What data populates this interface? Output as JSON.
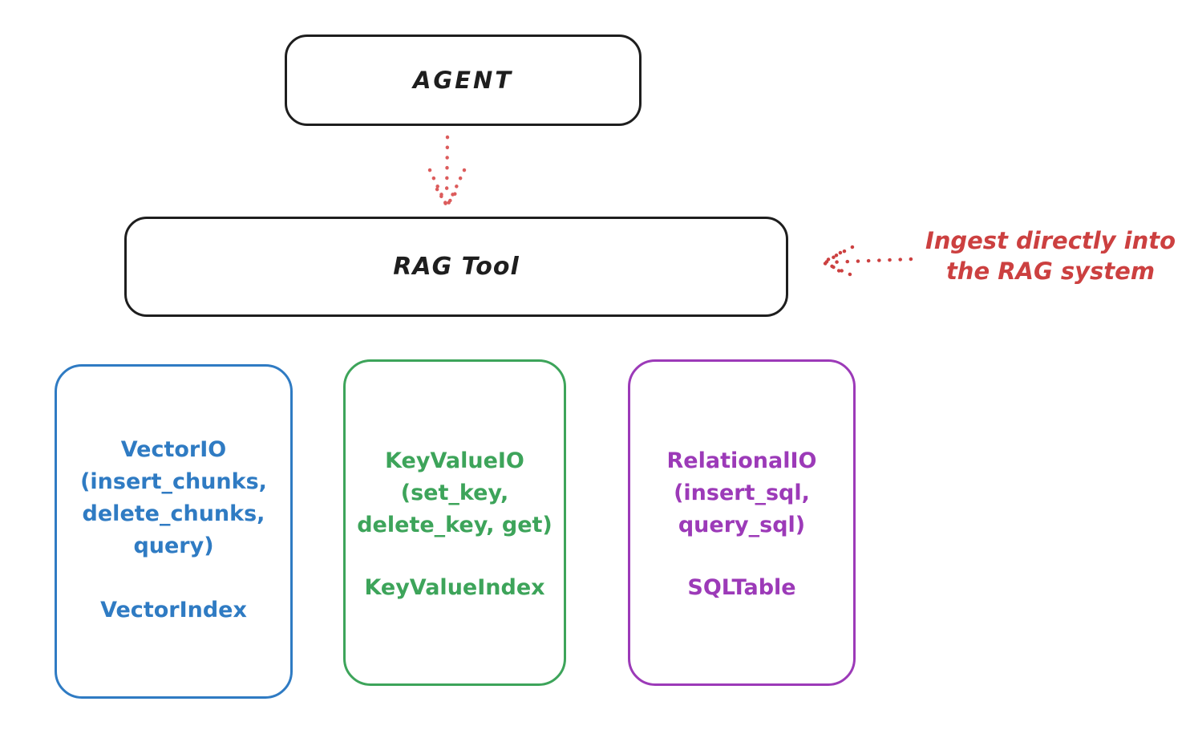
{
  "colors": {
    "ink": "#1e1e1e",
    "red": "#cc4040",
    "red-soft": "#dc5c5c",
    "blue": "#2f7bc3",
    "green": "#3da45a",
    "purple": "#9c3ab8",
    "bg": "#ffffff"
  },
  "diagram": {
    "agent": {
      "label": "AGENT"
    },
    "rag_tool": {
      "label": "RAG Tool"
    },
    "annotation": {
      "line1": "Ingest directly into",
      "line2": "the RAG system"
    },
    "boxes": {
      "vector": {
        "title_lines": [
          "VectorIO",
          "(insert_chunks,",
          "delete_chunks,",
          "query)"
        ],
        "index_label": "VectorIndex",
        "color": "#2f7bc3"
      },
      "keyvalue": {
        "title_lines": [
          "KeyValueIO",
          "(set_key,",
          "delete_key, get)"
        ],
        "index_label": "KeyValueIndex",
        "color": "#3da45a"
      },
      "relational": {
        "title_lines": [
          "RelationalIO",
          "(insert_sql,",
          "query_sql)"
        ],
        "index_label": "SQLTable",
        "color": "#9c3ab8"
      }
    }
  }
}
